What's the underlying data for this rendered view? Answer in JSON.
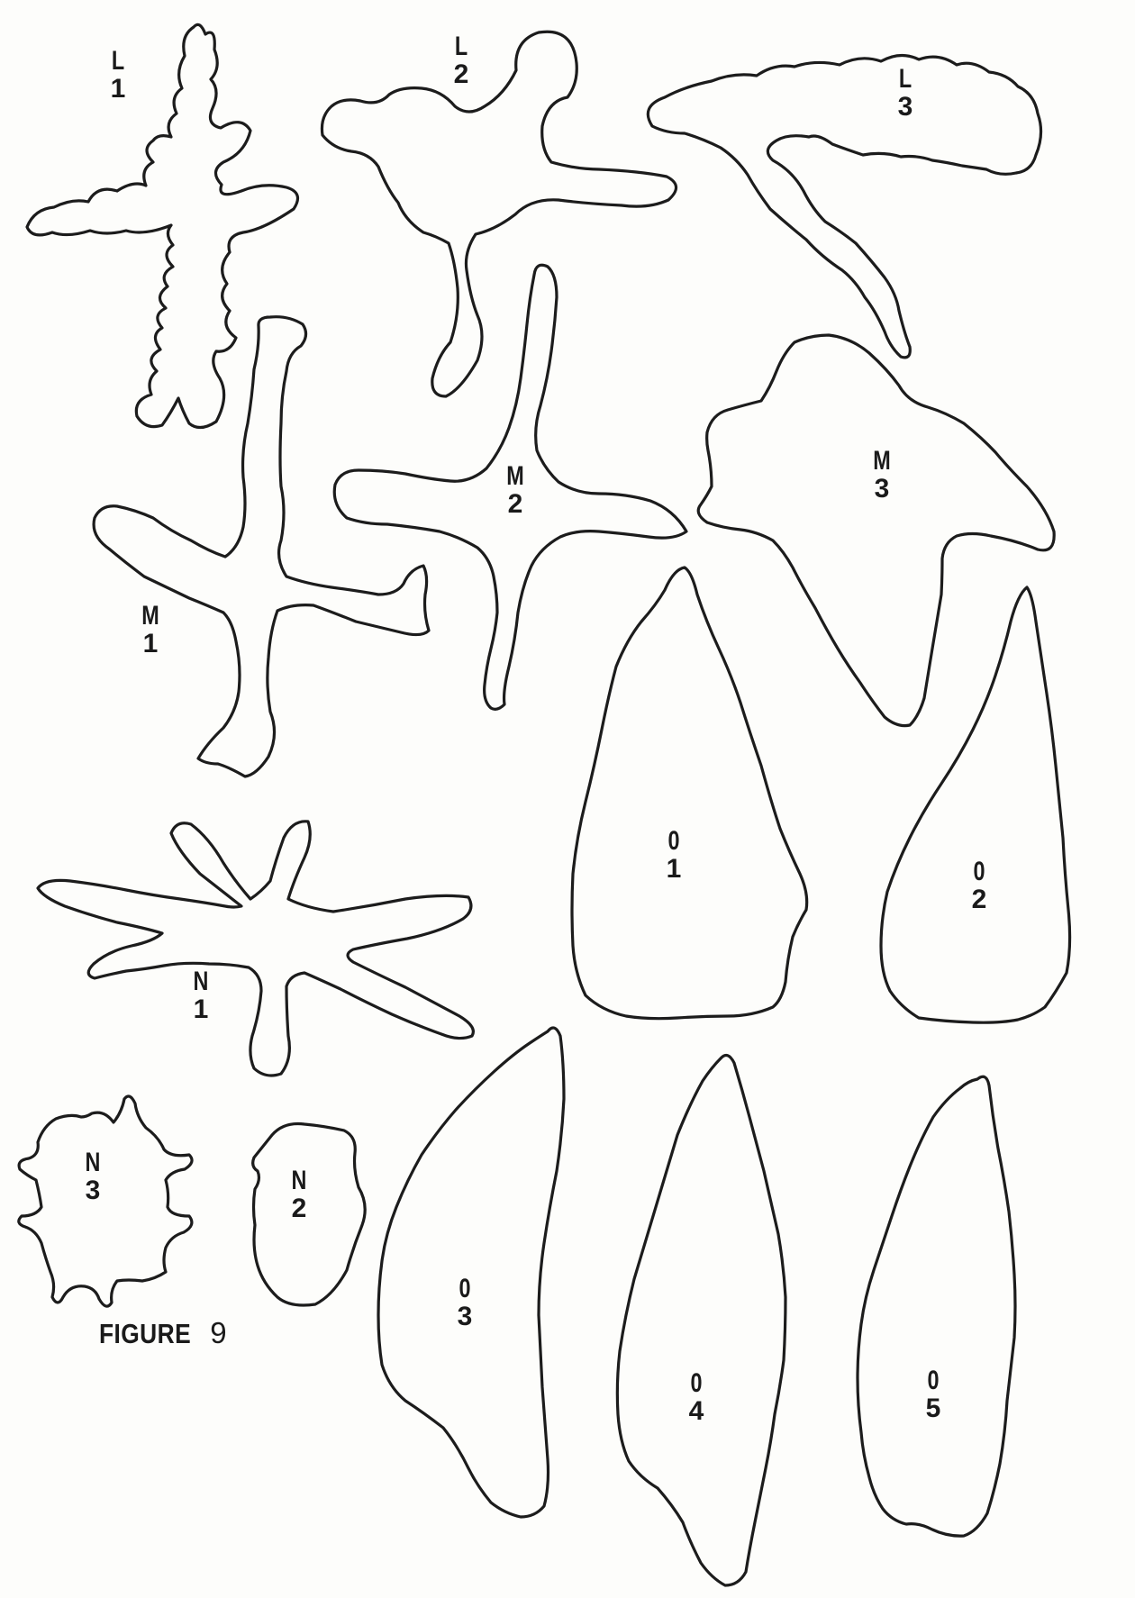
{
  "figure": {
    "caption_word": "FIGURE",
    "caption_number": "9",
    "stroke_color": "#1c1c1c",
    "background_color": "#fdfdfb"
  },
  "labels": [
    {
      "id": "L1",
      "letter": "L",
      "number": "1"
    },
    {
      "id": "L2",
      "letter": "L",
      "number": "2"
    },
    {
      "id": "L3",
      "letter": "L",
      "number": "3"
    },
    {
      "id": "M1",
      "letter": "M",
      "number": "1"
    },
    {
      "id": "M2",
      "letter": "M",
      "number": "2"
    },
    {
      "id": "M3",
      "letter": "M",
      "number": "3"
    },
    {
      "id": "N1",
      "letter": "N",
      "number": "1"
    },
    {
      "id": "N2",
      "letter": "N",
      "number": "2"
    },
    {
      "id": "N3",
      "letter": "N",
      "number": "3"
    },
    {
      "id": "O1",
      "letter": "0",
      "number": "1"
    },
    {
      "id": "O2",
      "letter": "0",
      "number": "2"
    },
    {
      "id": "O3",
      "letter": "0",
      "number": "3"
    },
    {
      "id": "O4",
      "letter": "0",
      "number": "4"
    },
    {
      "id": "O5",
      "letter": "0",
      "number": "5"
    }
  ]
}
